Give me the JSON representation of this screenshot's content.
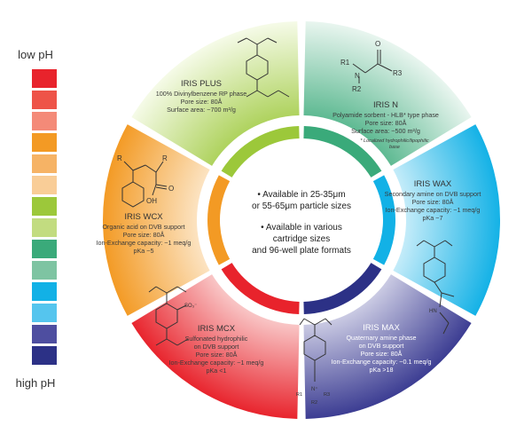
{
  "scale": {
    "top_label": "low pH",
    "bottom_label": "high pH",
    "colors": [
      "#e8232c",
      "#ee5348",
      "#f48a78",
      "#f39a24",
      "#f6b365",
      "#f9cd97",
      "#9cc83a",
      "#c2dc80",
      "#3aaa7a",
      "#7ec4a2",
      "#12b1e6",
      "#55c5ee",
      "#4e4ea0",
      "#2c3186"
    ]
  },
  "center": {
    "bullet1_line1": "• Available in 25-35μm",
    "bullet1_line2": "or 55-65μm particle sizes",
    "bullet2_line1": "• Available in various",
    "bullet2_line2": "cartridge sizes",
    "bullet2_line3": "and 96-well plate formats"
  },
  "segments": {
    "plus": {
      "title": "IRIS PLUS",
      "line1": "100% Divinylbenzene RP phase",
      "line2": "Pore size: 80Å",
      "line3": "Surface area: ~700 m²/g",
      "color": "#9cc83a"
    },
    "n": {
      "title": "IRIS N",
      "line1": "Polyamide sorbent - HLB* type phase",
      "line2": "Pore size: 80Å",
      "line3": "Surface area: ~500 m²/g",
      "note1": "* Localized hydrophilic/lipophilic",
      "note2": "base",
      "color": "#3aaa7a"
    },
    "wax": {
      "title": "IRIS WAX",
      "line1": "Secondary amine on DVB support",
      "line2": "Pore size: 80Å",
      "line3": "Ion-Exchange capacity: ~1 meq/g",
      "line4": "pKa ~7",
      "color": "#12b1e6"
    },
    "max": {
      "title": "IRIS MAX",
      "line1": "Quaternary amine phase",
      "line2": "on DVB support",
      "line3": "Pore size: 80Å",
      "line4": "Ion-Exchange capacity: ~0.1 meq/g",
      "line5": "pKa >18",
      "color": "#2c3186"
    },
    "mcx": {
      "title": "IRIS MCX",
      "line1": "Sulfonated hydrophilic",
      "line2": "on DVB support",
      "line3": "Pore size: 80Å",
      "line4": "Ion-Exchange capacity: ~1 meq/g",
      "line5": "pKa <1",
      "color": "#e8232c"
    },
    "wcx": {
      "title": "IRIS WCX",
      "line1": "Organic acid on DVB support",
      "line2": "Pore size: 80Å",
      "line3": "Ion-Exchange capacity: ~1 meq/g",
      "line4": "pKa ~5",
      "color": "#f39a24"
    }
  },
  "chem": {
    "n_r1": "R1",
    "n_n": "N",
    "n_r2": "R2",
    "n_r3": "R3",
    "n_o": "O",
    "wcx_r1": "R",
    "wcx_r2": "R",
    "wcx_o": "O",
    "wcx_oh": "OH",
    "mcx_so3": "SO₃⁻",
    "max_n": "N⁺",
    "max_r1": "R1",
    "max_r2": "R2",
    "max_r3": "R3",
    "wax_hn": "HN"
  }
}
